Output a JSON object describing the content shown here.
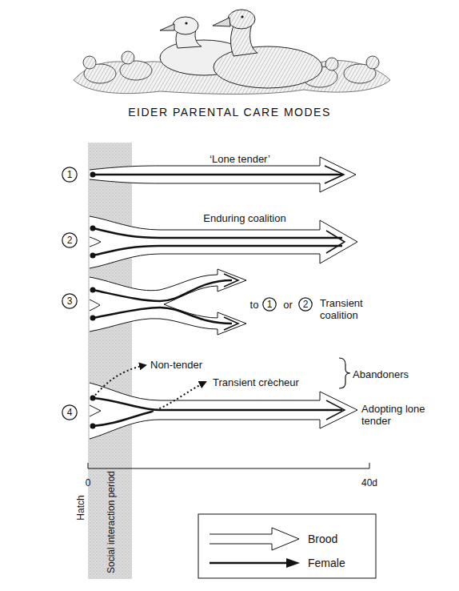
{
  "diagram": {
    "title": "EIDER PARENTAL CARE MODES",
    "nodes": [
      {
        "text": [
          "1"
        ]
      },
      {
        "text": [
          "2"
        ]
      },
      {
        "text": [
          "3"
        ]
      },
      {
        "text": [
          "1"
        ]
      },
      {
        "text": [
          "2"
        ]
      },
      {
        "text": [
          "4"
        ]
      }
    ],
    "labels": [
      "‘Lone tender’",
      "Enduring coalition",
      "to",
      "or",
      "Transient coalition",
      "Non-tender",
      "Transient crècheur",
      "Abandoners",
      "Adopting lone tender",
      "0",
      "40d",
      "Hatch",
      "Social interaction period"
    ],
    "legend": [
      {
        "text": "Brood"
      },
      {
        "text": "Female"
      }
    ]
  }
}
